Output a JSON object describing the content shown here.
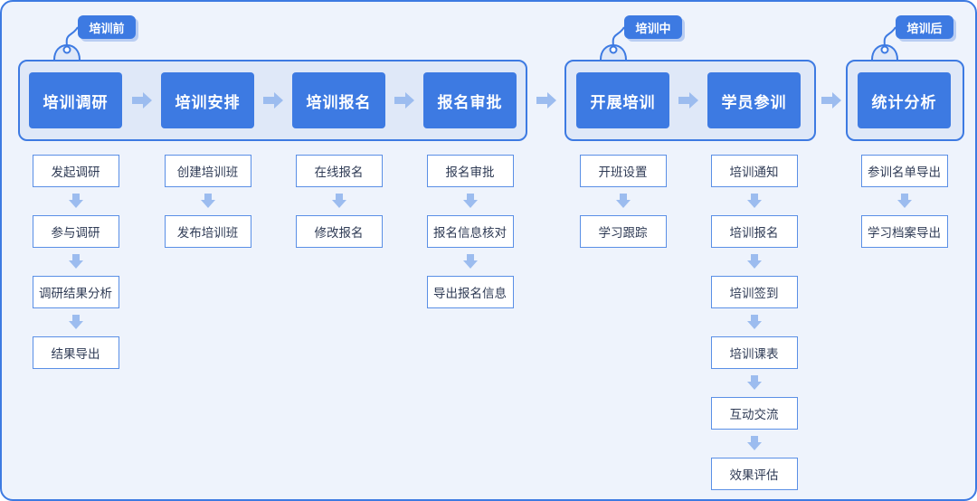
{
  "colors": {
    "accent": "#3d7ae2",
    "panel_fill": "#dfe8f8",
    "arrow": "#9cbcef",
    "sub_border": "#5a8fe6",
    "sub_text": "#2f3b55"
  },
  "phases": [
    {
      "tag": "培训前",
      "steps": [
        {
          "label": "培训调研",
          "subs": [
            "发起调研",
            "参与调研",
            "调研结果分析",
            "结果导出"
          ]
        },
        {
          "label": "培训安排",
          "subs": [
            "创建培训班",
            "发布培训班"
          ]
        },
        {
          "label": "培训报名",
          "subs": [
            "在线报名",
            "修改报名"
          ]
        },
        {
          "label": "报名审批",
          "subs": [
            "报名审批",
            "报名信息核对",
            "导出报名信息"
          ]
        }
      ]
    },
    {
      "tag": "培训中",
      "steps": [
        {
          "label": "开展培训",
          "subs": [
            "开班设置",
            "学习跟踪"
          ]
        },
        {
          "label": "学员参训",
          "subs": [
            "培训通知",
            "培训报名",
            "培训签到",
            "培训课表",
            "互动交流",
            "效果评估"
          ]
        }
      ]
    },
    {
      "tag": "培训后",
      "steps": [
        {
          "label": "统计分析",
          "subs": [
            "参训名单导出",
            "学习档案导出"
          ]
        }
      ]
    }
  ]
}
